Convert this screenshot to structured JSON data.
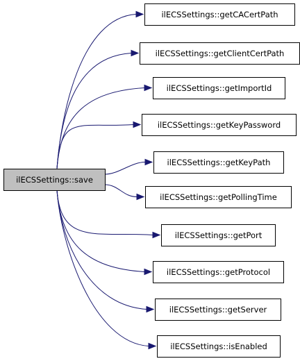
{
  "graph": {
    "source": {
      "label": "ilECSSettings::save",
      "fill": "#bfbfbf"
    },
    "targets": [
      {
        "label": "ilECSSettings::getCACertPath"
      },
      {
        "label": "ilECSSettings::getClientCertPath"
      },
      {
        "label": "ilECSSettings::getImportId"
      },
      {
        "label": "ilECSSettings::getKeyPassword"
      },
      {
        "label": "ilECSSettings::getKeyPath"
      },
      {
        "label": "ilECSSettings::getPollingTime"
      },
      {
        "label": "ilECSSettings::getPort"
      },
      {
        "label": "ilECSSettings::getProtocol"
      },
      {
        "label": "ilECSSettings::getServer"
      },
      {
        "label": "ilECSSettings::isEnabled"
      }
    ],
    "edge_color": "#191970",
    "node_border": "#000000",
    "node_fill": "#ffffff"
  }
}
